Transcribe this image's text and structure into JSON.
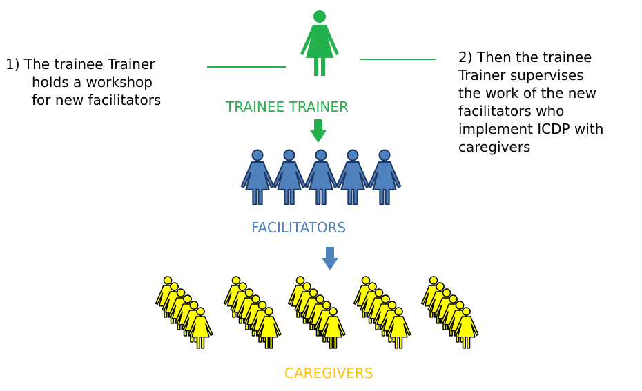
{
  "left_note": {
    "lines": [
      "1) The trainee Trainer",
      "holds a workshop",
      "for new facilitators"
    ]
  },
  "right_note": {
    "lines": [
      "2) Then the trainee",
      "Trainer supervises",
      "the work of the new",
      "facilitators who",
      "implement ICDP with",
      "caregivers"
    ]
  },
  "labels": {
    "trainer": "TRAINEE TRAINER",
    "facilitators": "FACILITATORS",
    "caregivers": "CAREGIVERS"
  },
  "colors": {
    "trainer": "#22b14c",
    "facilitators": "#4f81bd",
    "caregivers": "#ffd700",
    "caregiver_fill": "#ffff00",
    "connector": "#22b14c"
  },
  "groups": {
    "facilitator_count": 5,
    "caregiver_groups": 5,
    "caregivers_per_group": 6
  },
  "icons": {
    "figure": "woman-figure-icon",
    "arrow": "arrow-down-icon"
  }
}
